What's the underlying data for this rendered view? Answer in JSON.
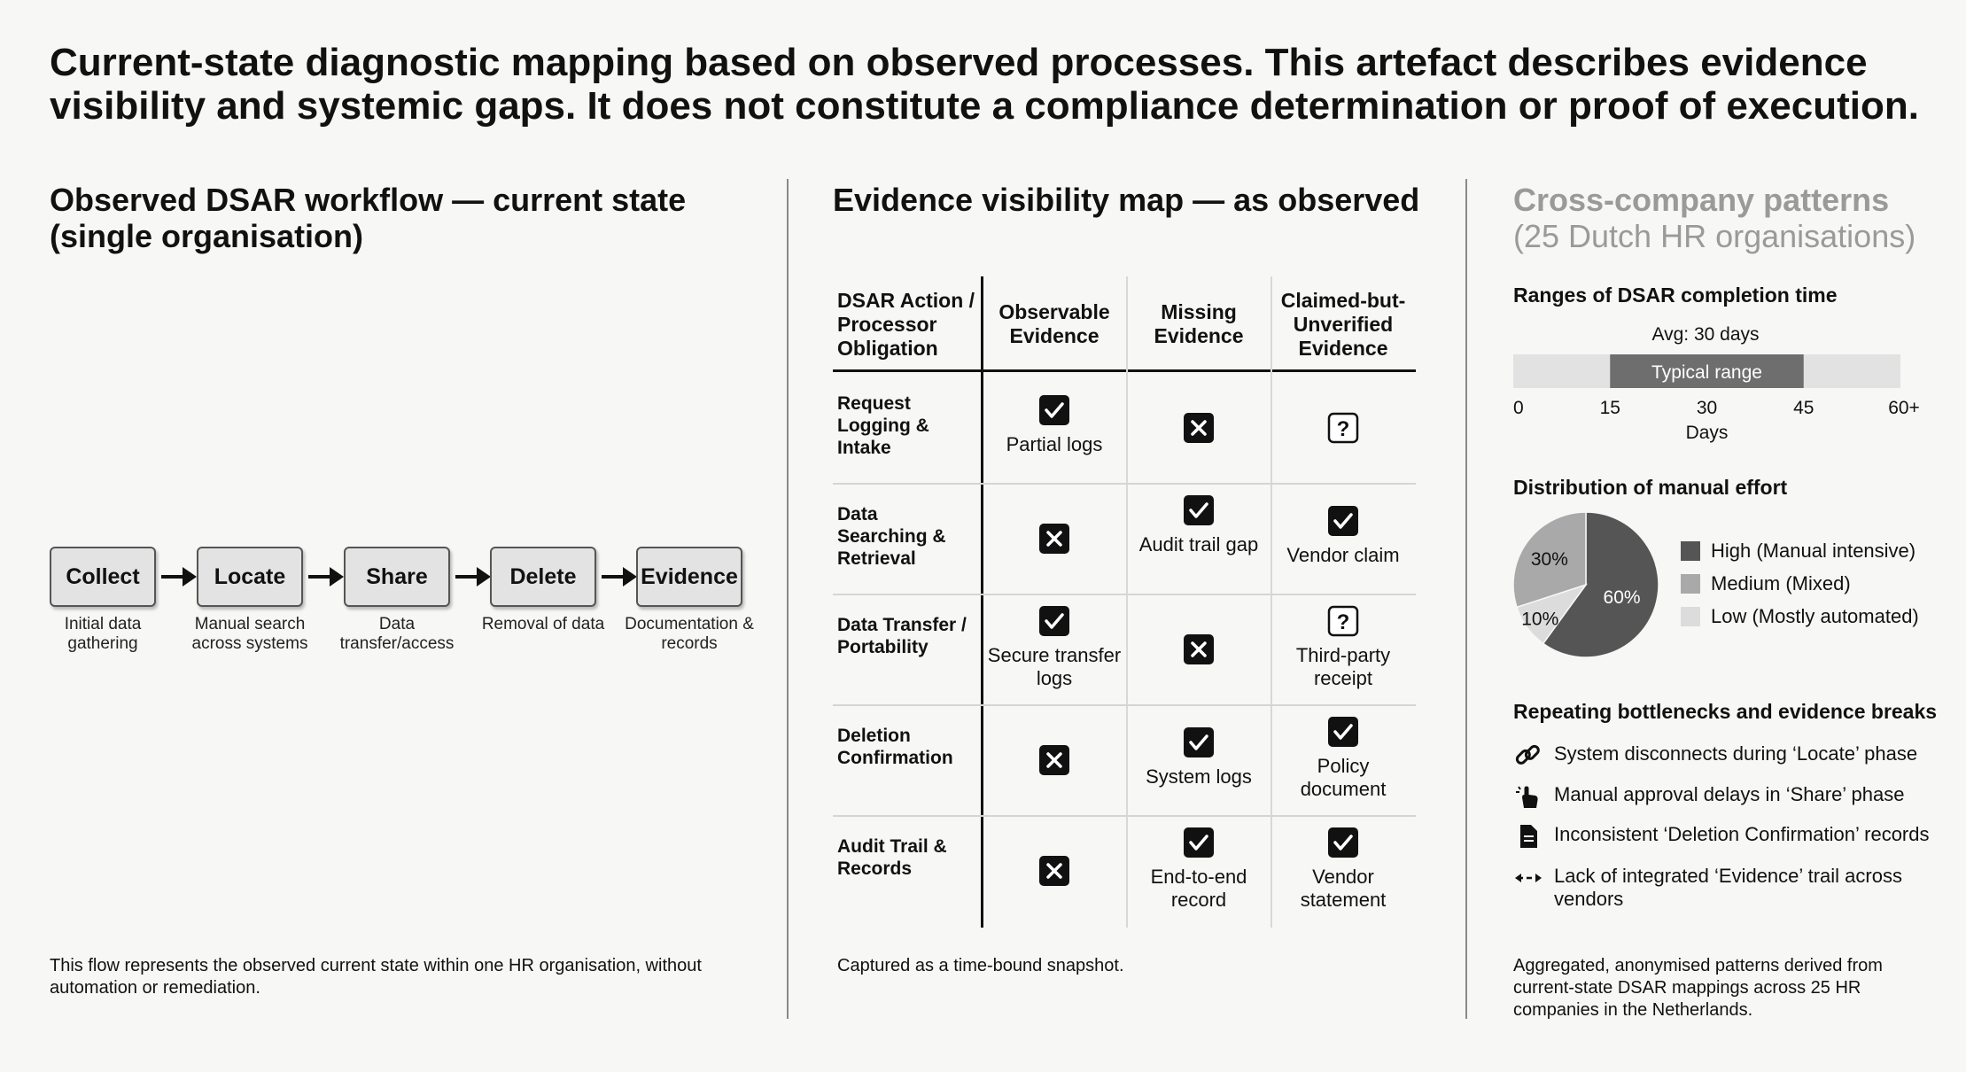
{
  "headline": "Current-state diagnostic mapping based on observed processes. This artefact describes evidence visibility and systemic gaps. It does not constitute a compliance determination or proof of execution.",
  "workflow": {
    "title": "Observed DSAR workflow — current state (single organisation)",
    "steps": [
      {
        "label": "Collect",
        "caption": "Initial data gathering"
      },
      {
        "label": "Locate",
        "caption": "Manual search across systems"
      },
      {
        "label": "Share",
        "caption": "Data transfer/access"
      },
      {
        "label": "Delete",
        "caption": "Removal of data"
      },
      {
        "label": "Evidence",
        "caption": "Documentation & records"
      }
    ],
    "footnote": "This flow represents the observed current state within one HR organisation, without automation or remediation."
  },
  "evidence_map": {
    "title": "Evidence visibility map — as observed",
    "headers": [
      "DSAR Action / Processor Obligation",
      "Observable Evidence",
      "Missing Evidence",
      "Claimed-but-Unverified Evidence"
    ],
    "rows": [
      {
        "label": "Request Logging & Intake",
        "cells": [
          {
            "icon": "check-icon",
            "text": "Partial logs"
          },
          {
            "icon": "x-icon",
            "text": ""
          },
          {
            "icon": "question-icon",
            "text": ""
          }
        ]
      },
      {
        "label": "Data Searching & Retrieval",
        "cells": [
          {
            "icon": "x-icon",
            "text": ""
          },
          {
            "icon": "check-icon",
            "text": "Audit trail gap"
          },
          {
            "icon": "check-icon",
            "text": "Vendor claim"
          }
        ]
      },
      {
        "label": "Data Transfer / Portability",
        "cells": [
          {
            "icon": "check-icon",
            "text": "Secure transfer logs"
          },
          {
            "icon": "x-icon",
            "text": ""
          },
          {
            "icon": "question-icon",
            "text": "Third-party receipt"
          }
        ]
      },
      {
        "label": "Deletion Confirmation",
        "cells": [
          {
            "icon": "x-icon",
            "text": ""
          },
          {
            "icon": "check-icon",
            "text": "System logs"
          },
          {
            "icon": "check-icon",
            "text": "Policy document"
          }
        ]
      },
      {
        "label": "Audit Trail & Records",
        "cells": [
          {
            "icon": "x-icon",
            "text": ""
          },
          {
            "icon": "check-icon",
            "text": "End-to-end record"
          },
          {
            "icon": "check-icon",
            "text": "Vendor statement"
          }
        ]
      }
    ],
    "footnote": "Captured as a time-bound snapshot."
  },
  "patterns": {
    "title": "Cross-company patterns",
    "subtitle": "(25 Dutch HR organisations)",
    "completion": {
      "heading": "Ranges of DSAR completion time",
      "avg_label": "Avg: 30 days",
      "range_label": "Typical range",
      "axis_label": "Days",
      "ticks": [
        "0",
        "15",
        "30",
        "45",
        "60+"
      ]
    },
    "effort": {
      "heading": "Distribution of manual effort"
    },
    "bottlenecks": {
      "heading": "Repeating bottlenecks and evidence breaks",
      "items": [
        {
          "icon": "link-icon",
          "text": "System disconnects during ‘Locate’ phase"
        },
        {
          "icon": "hand-pointer-icon",
          "text": "Manual approval delays in ‘Share’ phase"
        },
        {
          "icon": "document-icon",
          "text": "Inconsistent ‘Deletion Confirmation’ records"
        },
        {
          "icon": "double-arrow-icon",
          "text": "Lack of integrated ‘Evidence’ trail across vendors"
        }
      ]
    },
    "footnote": "Aggregated, anonymised patterns derived from current-state DSAR mappings across 25 HR companies in the Netherlands."
  },
  "chart_data": [
    {
      "type": "bar",
      "title": "Ranges of DSAR completion time",
      "xlabel": "Days",
      "xlim": [
        0,
        60
      ],
      "tick_labels": [
        "0",
        "15",
        "30",
        "45",
        "60+"
      ],
      "range": {
        "label": "Typical range",
        "from": 15,
        "to": 45
      },
      "annotation": "Avg: 30 days",
      "average": 30
    },
    {
      "type": "pie",
      "title": "Distribution of manual effort",
      "labels": [
        "High (Manual intensive)",
        "Medium (Mixed)",
        "Low (Mostly automated)"
      ],
      "values": [
        60,
        30,
        10
      ],
      "value_labels": [
        "60%",
        "30%",
        "10%"
      ],
      "colors": [
        "#555555",
        "#a9a9a9",
        "#dcdcdc"
      ]
    }
  ]
}
